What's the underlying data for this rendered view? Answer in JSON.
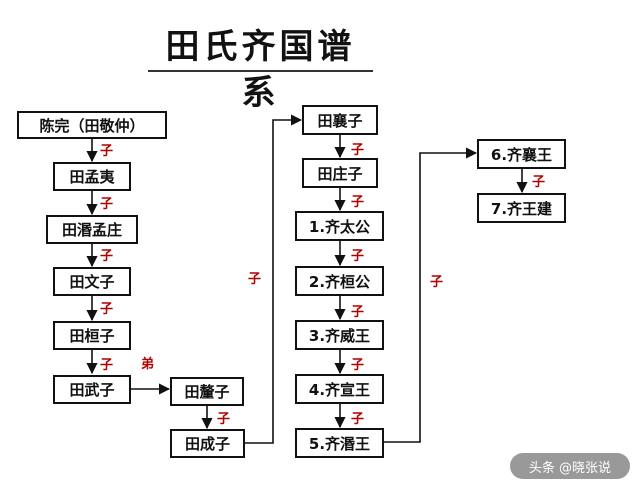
{
  "title": "田氏齐国谱系",
  "nodes": [
    "陈完（田敬仲）",
    "田孟夷",
    "田湣孟庄",
    "田文子",
    "田桓子",
    "田武子",
    "田釐子",
    "田成子",
    "田襄子",
    "田庄子",
    "1.齐太公",
    "2.齐桓公",
    "3.齐威王",
    "4.齐宣王",
    "5.齐湣王",
    "6.齐襄王",
    "7.齐王建"
  ],
  "relations": {
    "son": "子",
    "younger_brother": "弟"
  },
  "watermark": "头条 @晓张说"
}
